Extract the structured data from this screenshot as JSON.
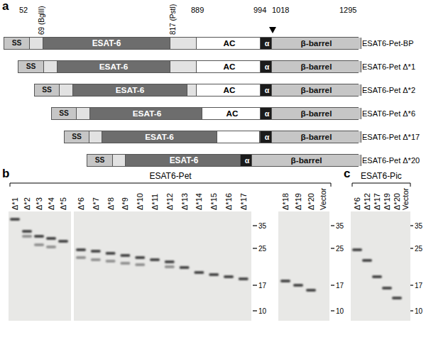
{
  "diagram": {
    "nodes": [
      {
        "text": [
          "ESAT6-Pet-BP"
        ]
      },
      {
        "text": [
          "SS"
        ],
        "in": 0
      },
      {
        "text": [
          "ESAT-6"
        ],
        "in": 0
      },
      {
        "text": [
          "AC"
        ],
        "in": 0
      },
      {
        "text": [
          "α"
        ],
        "in": 0
      },
      {
        "text": [
          "β-barrel"
        ],
        "in": 0
      },
      {
        "text": [
          "ESAT6-Pet Δ*1"
        ]
      },
      {
        "text": [
          "SS"
        ],
        "in": 6
      },
      {
        "text": [
          "ESAT-6"
        ],
        "in": 6
      },
      {
        "text": [
          "AC"
        ],
        "in": 6
      },
      {
        "text": [
          "α"
        ],
        "in": 6
      },
      {
        "text": [
          "β-barrel"
        ],
        "in": 6
      },
      {
        "text": [
          "ESAT6-Pet Δ*2"
        ]
      },
      {
        "text": [
          "SS"
        ],
        "in": 12
      },
      {
        "text": [
          "ESAT-6"
        ],
        "in": 12
      },
      {
        "text": [
          "AC"
        ],
        "in": 12
      },
      {
        "text": [
          "α"
        ],
        "in": 12
      },
      {
        "text": [
          "β-barrel"
        ],
        "in": 12
      },
      {
        "text": [
          "ESAT6-Pet Δ*6"
        ]
      },
      {
        "text": [
          "SS"
        ],
        "in": 18
      },
      {
        "text": [
          "ESAT-6"
        ],
        "in": 18
      },
      {
        "text": [
          "AC"
        ],
        "in": 18
      },
      {
        "text": [
          "α"
        ],
        "in": 18
      },
      {
        "text": [
          "β-barrel"
        ],
        "in": 18
      },
      {
        "text": [
          "ESAT6-Pet Δ*17"
        ]
      },
      {
        "text": [
          "SS"
        ],
        "in": 24
      },
      {
        "text": [
          "ESAT-6"
        ],
        "in": 24
      },
      {
        "text": [
          "α"
        ],
        "in": 24
      },
      {
        "text": [
          "β-barrel"
        ],
        "in": 24
      },
      {
        "text": [
          "ESAT6-Pet Δ*20"
        ]
      },
      {
        "text": [
          "SS"
        ],
        "in": 29
      },
      {
        "text": [
          "ESAT-6"
        ],
        "in": 29
      },
      {
        "text": [
          "α"
        ],
        "in": 29
      },
      {
        "text": [
          "β-barrel"
        ],
        "in": 29
      }
    ],
    "labels": [
      "a",
      "52",
      "69 (BglII)",
      "817 (PstI)",
      "889",
      "994",
      "1018",
      "1295",
      "b",
      "ESAT6-Pet",
      "Δ*1",
      "Δ*2",
      "Δ*3",
      "Δ*4",
      "Δ*5",
      "Δ*6",
      "Δ*7",
      "Δ*8",
      "Δ*9",
      "Δ*10",
      "Δ*11",
      "Δ*12",
      "Δ*13",
      "Δ*14",
      "Δ*15",
      "Δ*16",
      "Δ*17",
      "Δ*18",
      "Δ*19",
      "Δ*20",
      "Vector",
      "35",
      "25",
      "17",
      "10",
      "35",
      "25",
      "17",
      "10",
      "c",
      "ESAT6-Pic",
      "Δ*6",
      "Δ*12",
      "Δ*17",
      "Δ*19",
      "Δ*20",
      "Vector",
      "35",
      "25",
      "17",
      "10"
    ]
  }
}
